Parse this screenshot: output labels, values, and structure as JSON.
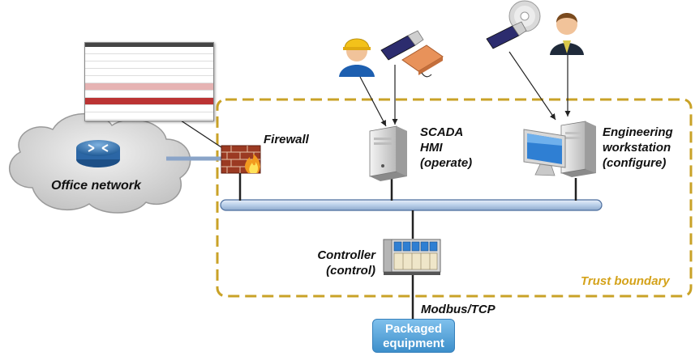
{
  "nodes": {
    "office_network": "Office network",
    "firewall": "Firewall",
    "scada_line1": "SCADA",
    "scada_line2": "HMI",
    "scada_line3": "(operate)",
    "eng_line1": "Engineering",
    "eng_line2": "workstation",
    "eng_line3": "(configure)",
    "controller_line1": "Controller",
    "controller_line2": "(control)",
    "protocol": "Modbus/TCP",
    "packaged_line1": "Packaged",
    "packaged_line2": "equipment",
    "trust_boundary": "Trust boundary"
  },
  "colors": {
    "boundary": "#c9a227",
    "bus": "#c9d9ef",
    "cloud": "#dcdcdc",
    "packaged": "#4a9ad6"
  },
  "icons": [
    "router-icon",
    "firewall-icon",
    "server-icon",
    "workstation-icon",
    "plc-icon",
    "usb-drive-icon",
    "cd-icon",
    "engineer-icon",
    "manager-icon",
    "firewall-rules-icon"
  ]
}
